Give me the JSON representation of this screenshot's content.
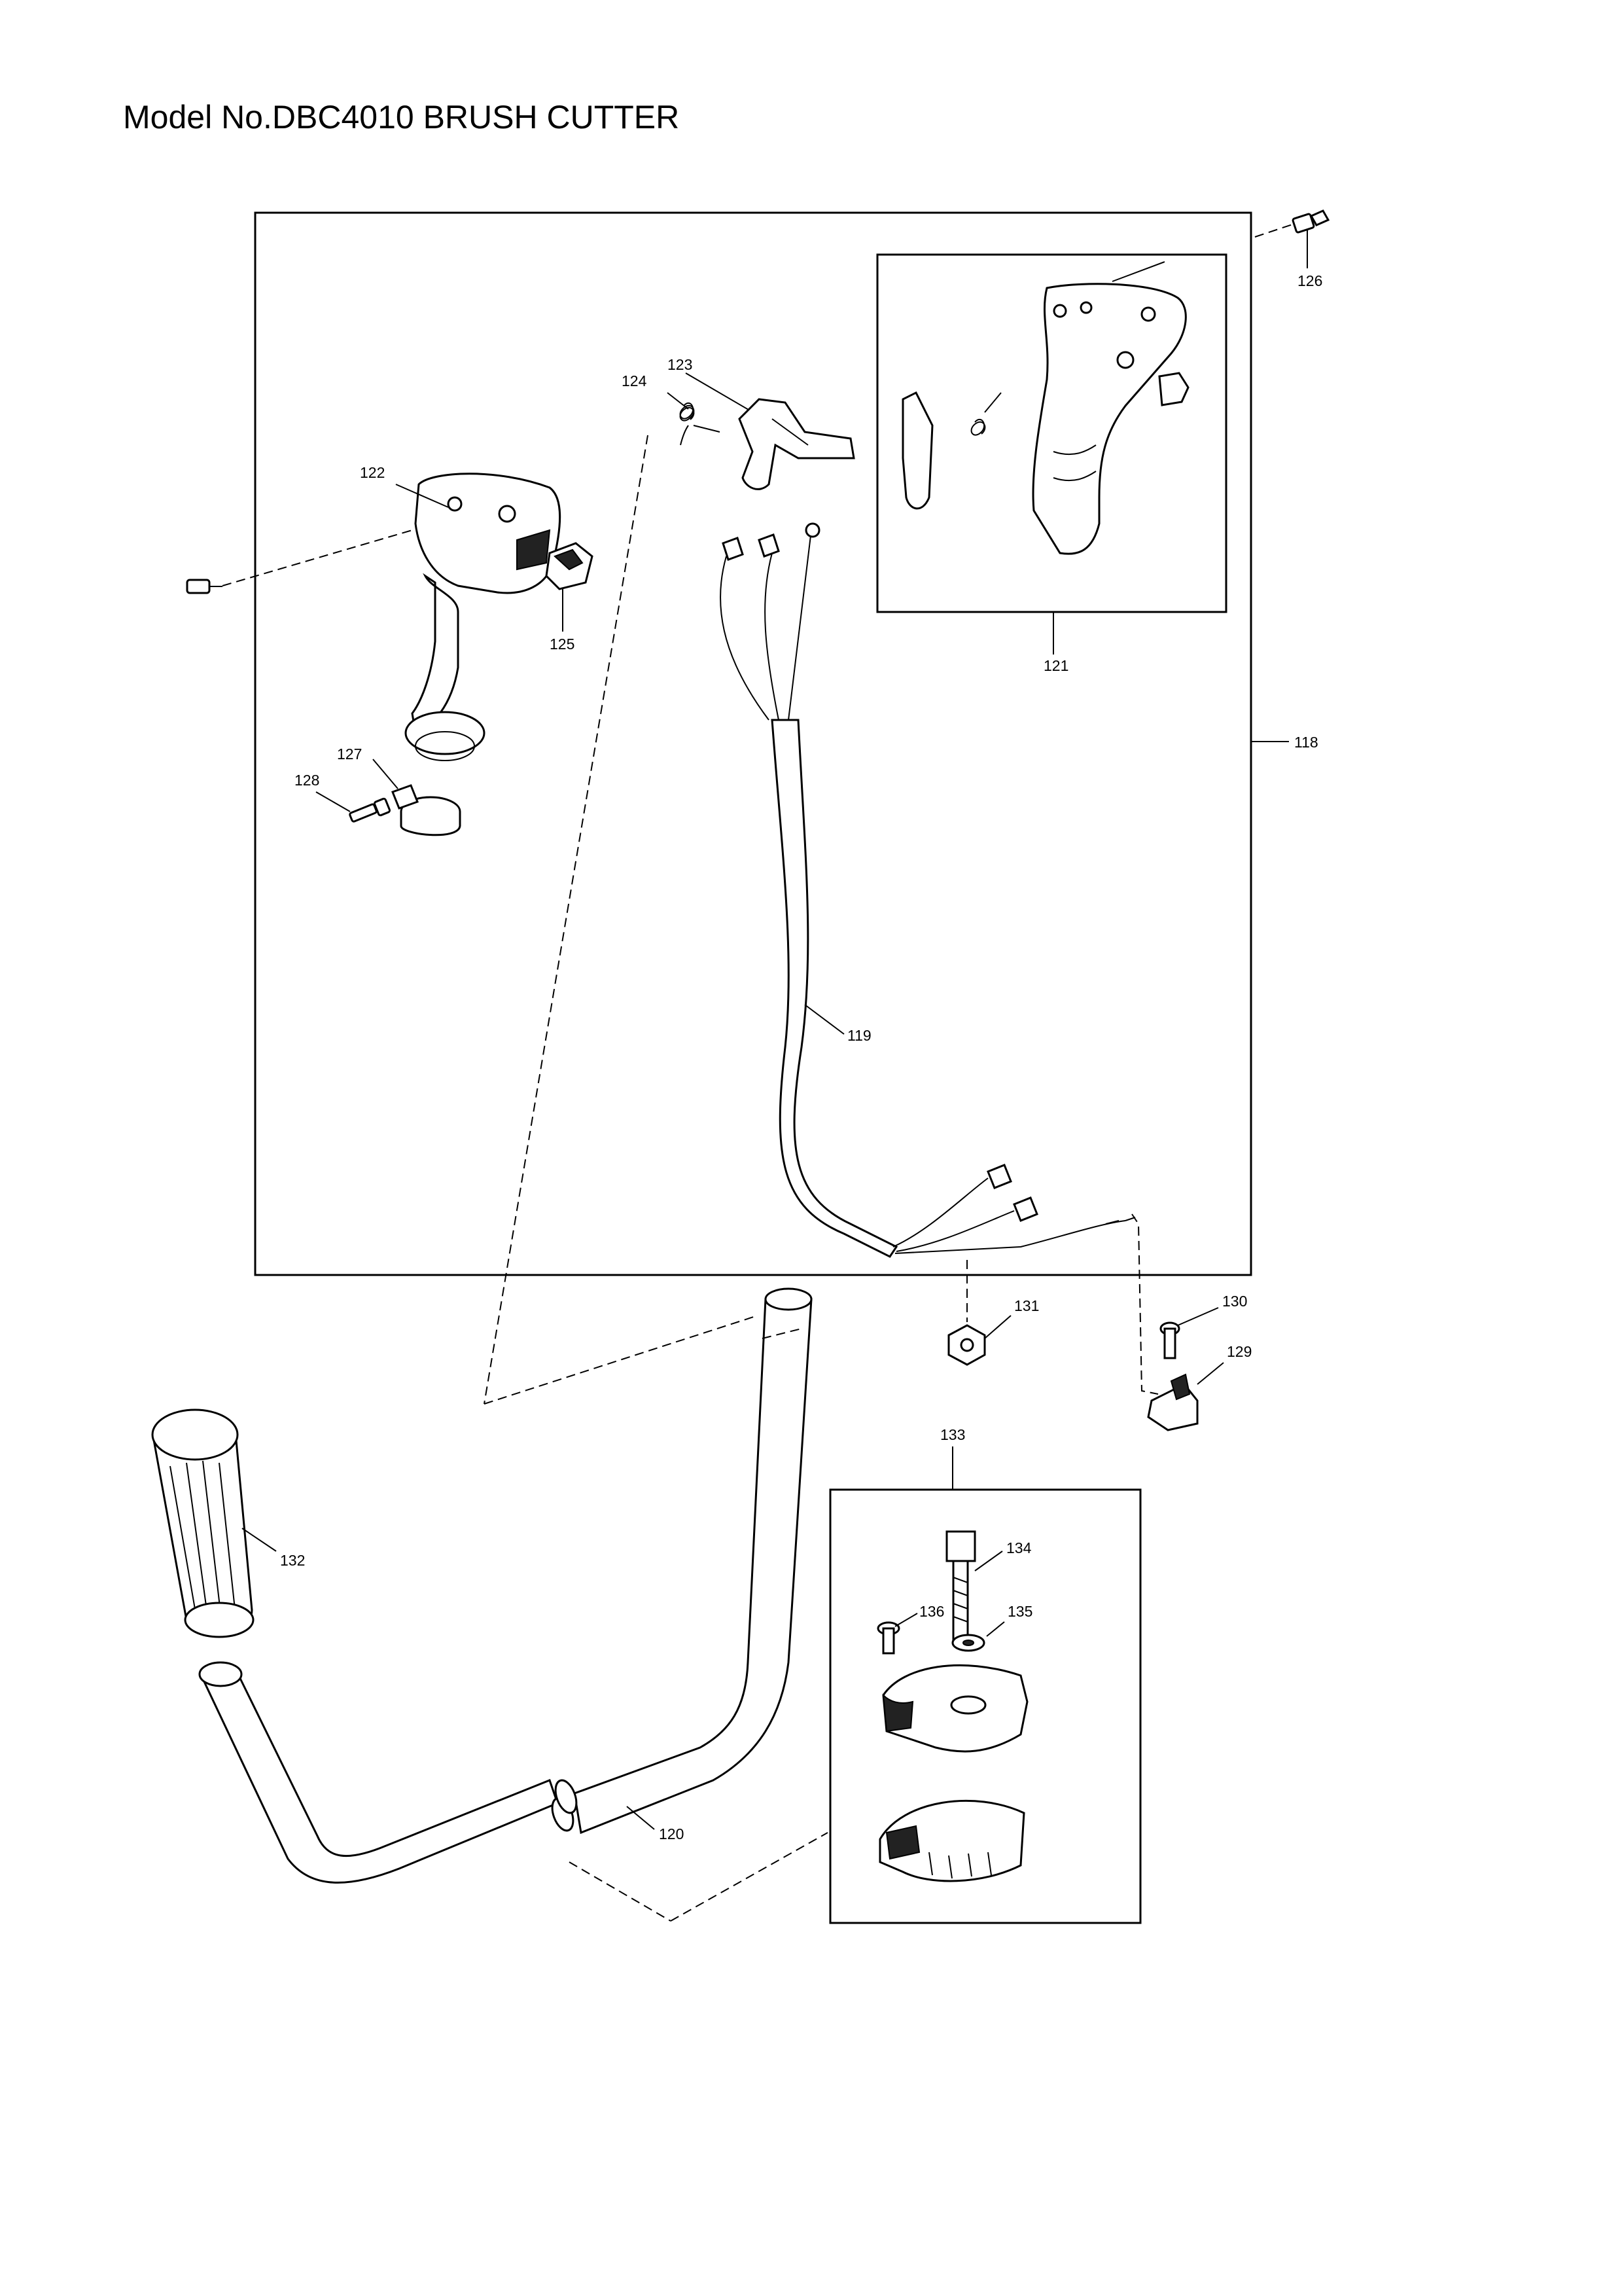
{
  "title": "Model No.DBC4010 BRUSH CUTTER",
  "callouts": {
    "p118": "118",
    "p119": "119",
    "p120": "120",
    "p121": "121",
    "p122": "122",
    "p123": "123",
    "p124": "124",
    "p125": "125",
    "p126": "126",
    "p127": "127",
    "p128": "128",
    "p129": "129",
    "p130": "130",
    "p131": "131",
    "p132": "132",
    "p133": "133",
    "p134": "134",
    "p135": "135",
    "p136": "136"
  }
}
